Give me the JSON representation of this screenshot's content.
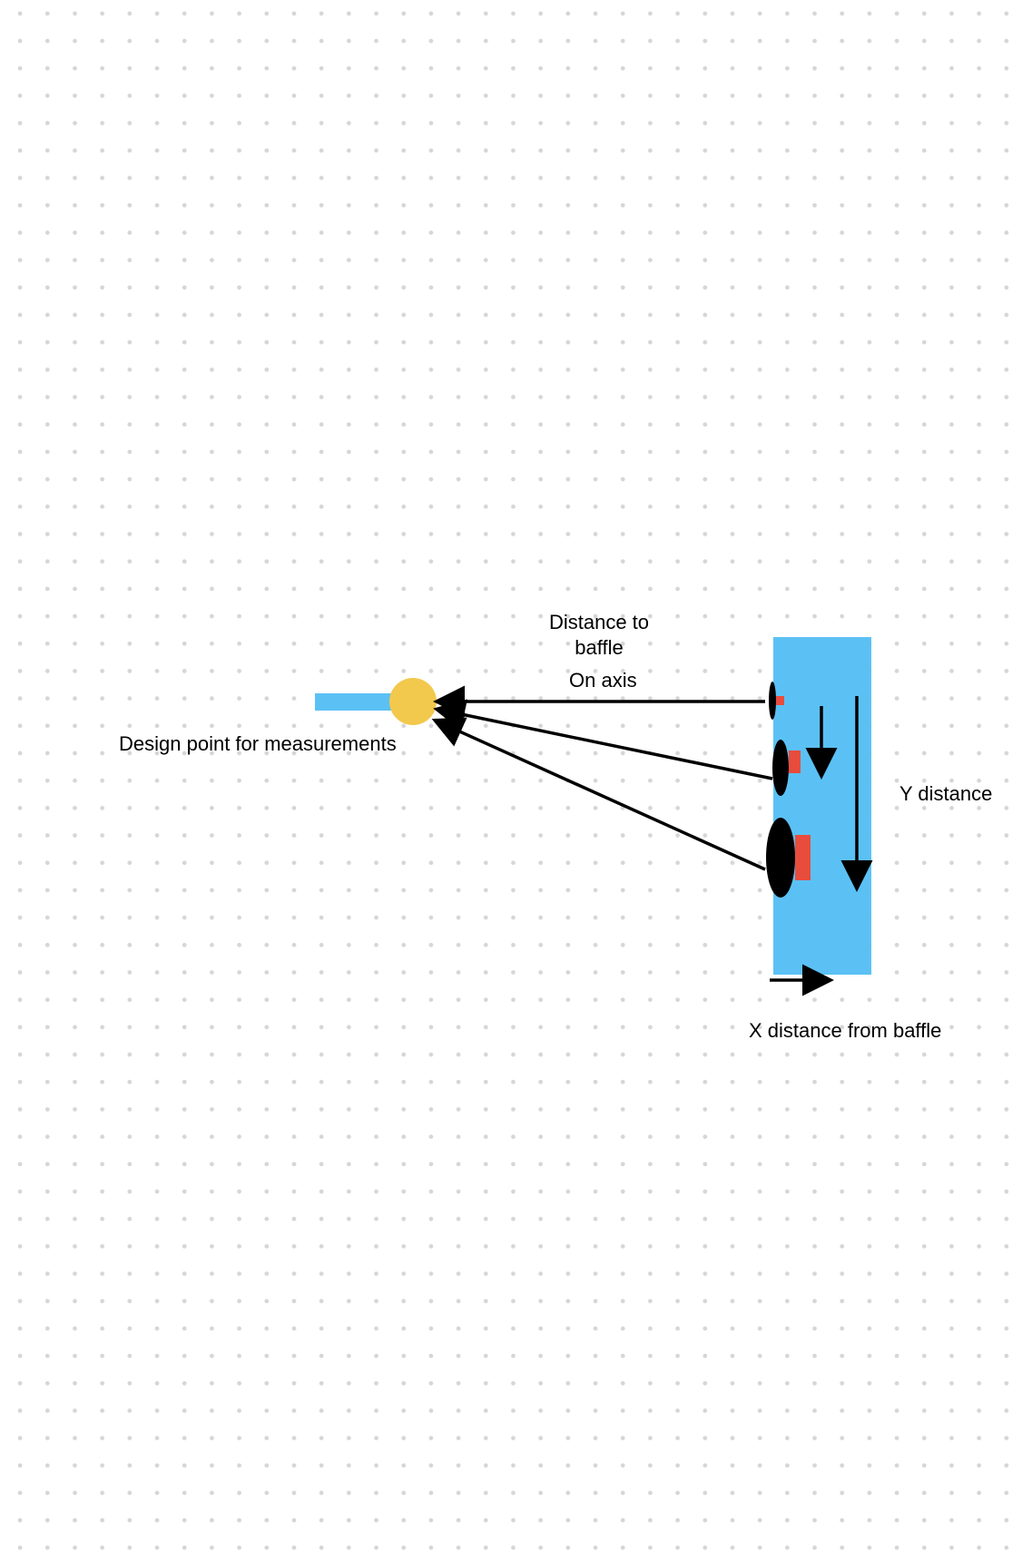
{
  "labels": {
    "distance_to_baffle_line1": "Distance to",
    "distance_to_baffle_line2": "baffle",
    "on_axis": "On axis",
    "design_point": "Design point for measurements",
    "y_distance": "Y distance",
    "x_distance": "X distance from baffle"
  },
  "colors": {
    "background": "#ffffff",
    "grid_dot": "#d6d6d6",
    "baffle": "#5bc1f5",
    "mic_body": "#5bc1f5",
    "mic_head": "#f2c94c",
    "driver": "#000000",
    "driver_magnet": "#e84c3d",
    "arrow": "#000000"
  },
  "elements": {
    "baffle": "speaker-baffle",
    "drivers": [
      "tweeter",
      "midrange-driver",
      "woofer"
    ],
    "microphone": "measurement-microphone"
  }
}
